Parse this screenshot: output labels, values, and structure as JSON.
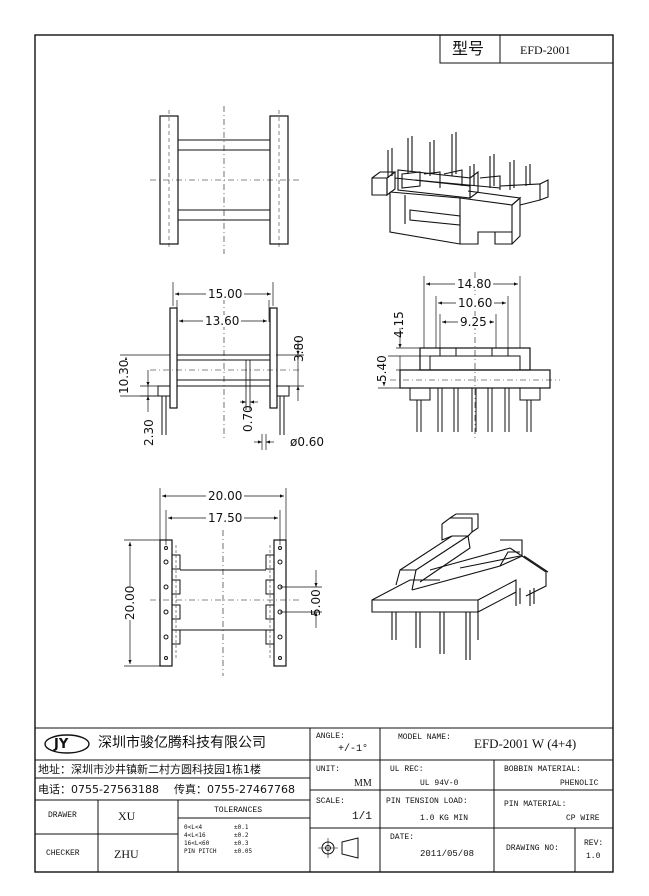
{
  "header": {
    "type_label": "型号",
    "model": "EFD-2001"
  },
  "dims": {
    "d15": "15.00",
    "d1360": "13.60",
    "d380": "3.80",
    "d1030": "10.30",
    "d230": "2.30",
    "d070": "0.70",
    "d060": "ø0.60",
    "d1480": "14.80",
    "d1060": "10.60",
    "d925": "9.25",
    "d415": "4.15",
    "d540": "5.40",
    "d2000h": "20.00",
    "d1750": "17.50",
    "d2000v": "20.00",
    "d500": "5.00"
  },
  "title_block": {
    "logo": "JY",
    "company": "深圳市骏亿腾科技有限公司",
    "address": "地址：深圳市沙井镇新二村方圆科技园1栋1楼",
    "phone": "电话：0755-27563188",
    "fax": "传真：0755-27467768",
    "drawer_label": "DRAWER",
    "drawer": "XU",
    "checker_label": "CHECKER",
    "checker": "ZHU",
    "tolerances_label": "TOLERANCES",
    "tol": [
      {
        "range": "0<L<4",
        "val": "±0.1"
      },
      {
        "range": "4<L<16",
        "val": "±0.2"
      },
      {
        "range": "16<L<60",
        "val": "±0.3"
      },
      {
        "range": "PIN PITCH",
        "val": "±0.05"
      }
    ],
    "angle_label": "ANGLE:",
    "angle": "+/-1°",
    "unit_label": "UNIT:",
    "unit": "MM",
    "scale_label": "SCALE:",
    "scale": "1/1",
    "model_name_label": "MODEL NAME:",
    "model_name": "EFD-2001 W (4+4)",
    "ul_rec_label": "UL REC:",
    "ul_rec": "UL 94V-0",
    "bobbin_label": "BOBBIN MATERIAL:",
    "bobbin": "PHENOLIC",
    "pin_tension_label": "PIN TENSION LOAD:",
    "pin_tension": "1.0 KG MIN",
    "pin_material_label": "PIN MATERIAL:",
    "pin_material": "CP WIRE",
    "date_label": "DATE:",
    "date": "2011/05/08",
    "drawing_no_label": "DRAWING NO:",
    "rev_label": "REV:",
    "rev": "1.0"
  }
}
